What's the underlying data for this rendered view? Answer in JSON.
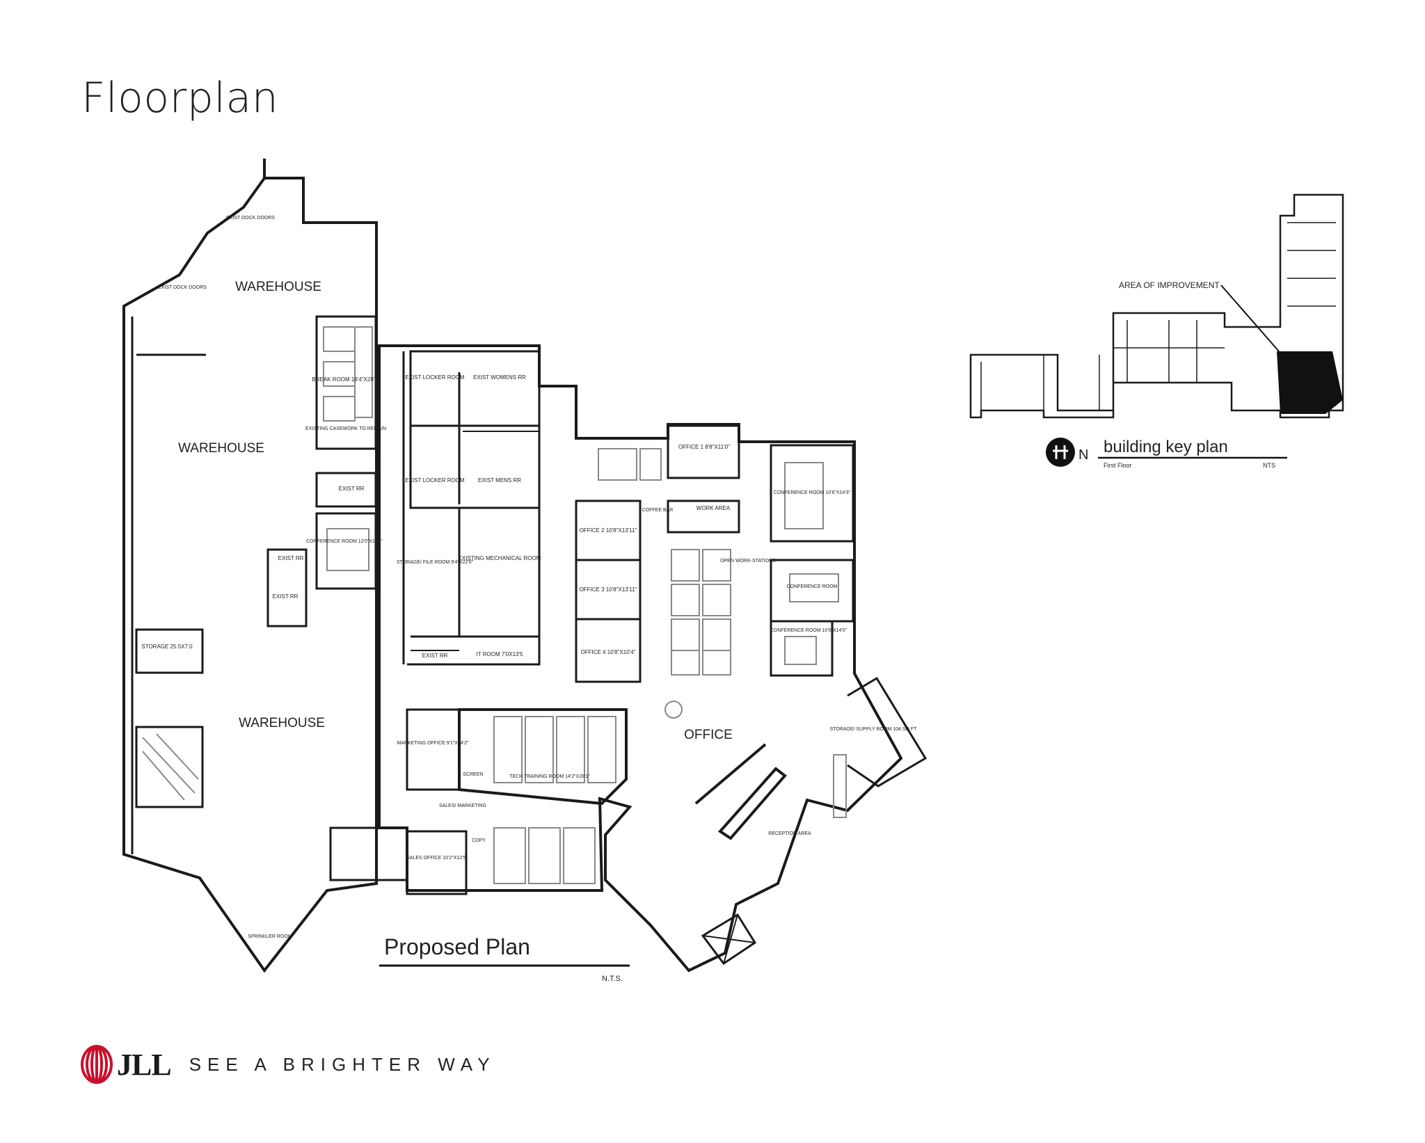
{
  "page": {
    "title": "Floorplan"
  },
  "proposed_plan": {
    "title": "Proposed Plan",
    "scale": "N.T.S.",
    "rooms": {
      "warehouse_top": "WAREHOUSE",
      "warehouse_mid": "WAREHOUSE",
      "warehouse_bottom": "WAREHOUSE",
      "office": "OFFICE",
      "existing_locker_room_top": "EXIST LOCKER ROOM",
      "existing_womens_rr": "EXIST WOMENS RR",
      "existing_locker_room_bottom": "EXIST LOCKER ROOM",
      "existing_mens_rr": "EXIST MENS RR",
      "storage_file_room": "STORAGE/ FILE ROOM 9'4\"X22'0\"",
      "existing_mechanical_room": "EXISTING MECHANICAL ROOM",
      "it_room": "IT ROOM 7'0X13'5",
      "existing_rr_small": "EXIST RR",
      "office_1": "OFFICE 1 8'8\"X11'0\"",
      "office_2": "OFFICE 2 10'8\"X13'11\"",
      "office_3": "OFFICE 3 10'8\"X13'11\"",
      "office_4": "OFFICE 4 10'8\"X10'4\"",
      "work_area": "WORK AREA",
      "conference_room_a": "CONFERENCE ROOM 10'6\"X14'3\"",
      "conference_room_b": "CONFERENCE ROOM",
      "conference_room_c": "CONFERENCE ROOM 10'0\"X14'0\"",
      "conference_room_d": "CONFERENCE ROOM 12'0\"X11'4\"",
      "break_room": "BREAK ROOM 18'4\"X28'8\"",
      "existing_rr_a": "EXIST RR",
      "existing_rr_b": "EXIST RR",
      "existing_rr_c": "EXIST RR",
      "storage": "STORAGE 25.5X7.0",
      "marketing_office": "MARKETING OFFICE 9'1\"X14'2\"",
      "tech_training_room": "TECH TRAINING ROOM 14'2\"X28'1\"",
      "sales_marketing": "SALES/ MARKETING",
      "sales_office": "SALES OFFICE 10'2\"X12'5\"",
      "storage_supply_room": "STORAGE/ SUPPLY ROOM 104 SQ FT",
      "reception_area": "RECEPTION AREA",
      "sprinkler_room": "SPRINKLER ROOM",
      "open_workstations": "OPEN WORK-STATIONS",
      "copy": "COPY",
      "screen": "SCREEN",
      "coffee_bar": "COFFEE BAR",
      "existing_dock_doors_a": "EXIST DOCK DOORS",
      "existing_dock_doors_b": "EXIST DOCK DOORS",
      "existing_casework": "EXISTING CASEWORK TO REMAIN"
    }
  },
  "key_plan": {
    "title": "building key plan",
    "floor_label": "First Floor",
    "scale": "NTS",
    "north_label": "N",
    "callout": "AREA OF IMPROVEMENT"
  },
  "footer": {
    "brand": "JLL",
    "tagline": "SEE A BRIGHTER WAY"
  },
  "colors": {
    "brand_red": "#c8102e",
    "line": "#1a1a1a"
  }
}
